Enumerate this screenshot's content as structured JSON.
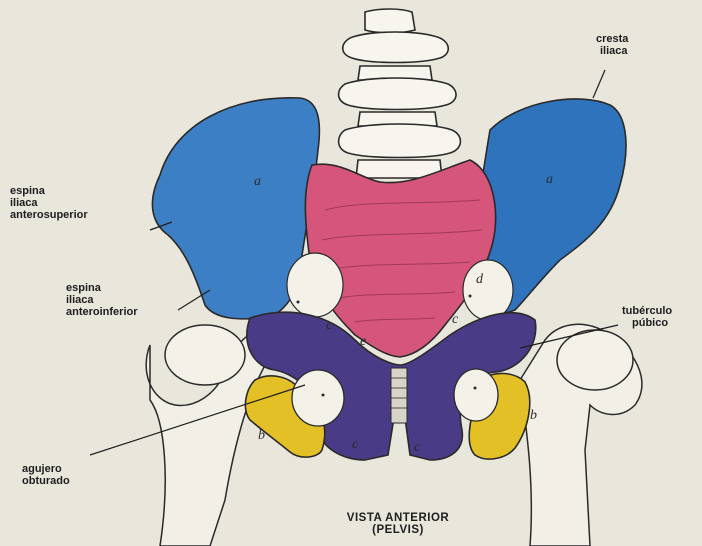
{
  "labels": {
    "cresta_iliaca": [
      "cresta",
      "iliaca"
    ],
    "espina_antsup": [
      "espina",
      "iliaca",
      "anterosuperior"
    ],
    "espina_antinf": [
      "espina",
      "iliaca",
      "anteroinferior"
    ],
    "tuberculo_pubico": [
      "tubérculo",
      "púbico"
    ],
    "agujero_obturado": [
      "agujero",
      "obturado"
    ]
  },
  "letters": {
    "a_left": "a",
    "a_right": "a",
    "b_left": "b",
    "b_right": "b",
    "c_1": "c",
    "c_2": "c",
    "c_3": "c",
    "c_4": "c",
    "d": "d",
    "e": "e"
  },
  "caption": {
    "line1": "VISTA ANTERIOR",
    "line2": "(PELVIS)"
  },
  "colors": {
    "background": "#e9e6dc",
    "ilium": "#3d7fc4",
    "sacrum": "#d6557a",
    "pubis": "#4a3b86",
    "ischium": "#e3c126",
    "bone_outline": "#2a2a2a"
  }
}
